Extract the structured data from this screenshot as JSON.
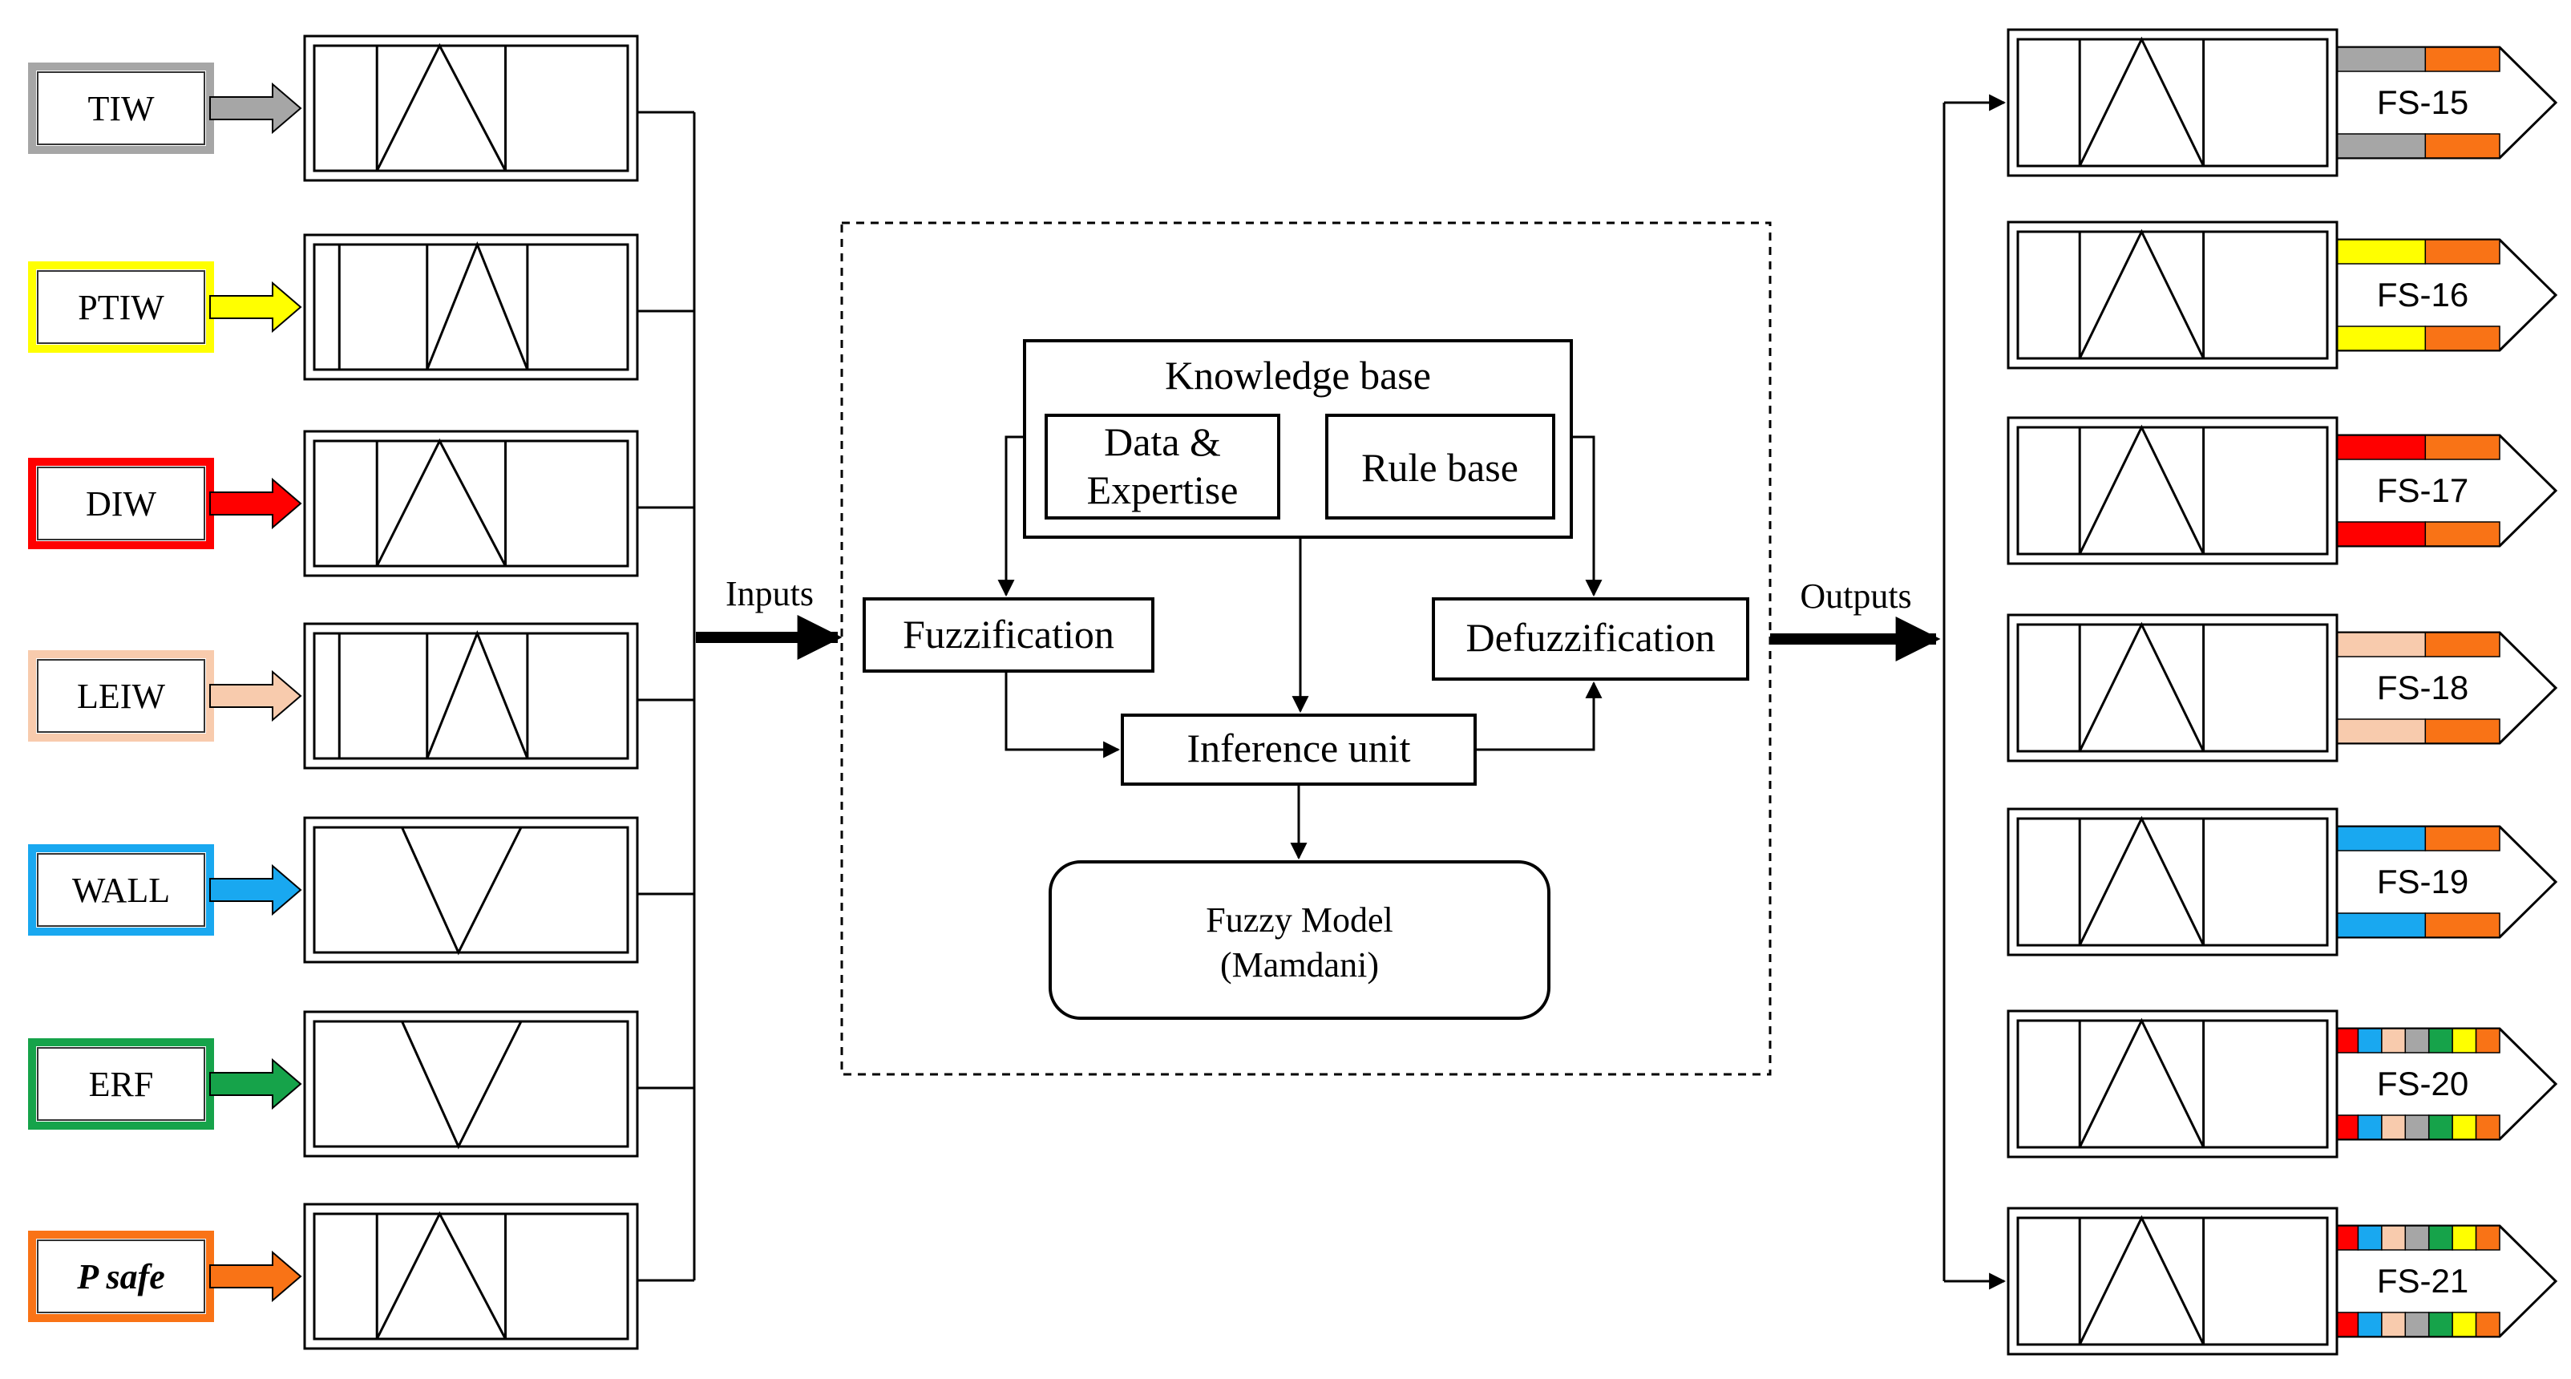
{
  "inputs": [
    {
      "label": "TIW",
      "color": "#a6a6a6",
      "mf": "trap-tri-trap"
    },
    {
      "label": "PTIW",
      "color": "#ffff00",
      "mf": "trap-trap-tri-trap"
    },
    {
      "label": "DIW",
      "color": "#ff0000",
      "mf": "trap-tri-trap"
    },
    {
      "label": "LEIW",
      "color": "#f8cbad",
      "mf": "trap-trap-tri-trap"
    },
    {
      "label": "WALL",
      "color": "#19a8f0",
      "mf": "v-shape"
    },
    {
      "label": "ERF",
      "color": "#16a34a",
      "mf": "v-shape"
    },
    {
      "label": "P safe",
      "color": "#f97316",
      "mf": "trap-tri-trap"
    }
  ],
  "inputs_label": "Inputs",
  "outputs_label": "Outputs",
  "core": {
    "knowledge_base": "Knowledge base",
    "data_expertise_line1": "Data &",
    "data_expertise_line2": "Expertise",
    "rule_base": "Rule base",
    "fuzzification": "Fuzzification",
    "defuzzification": "Defuzzification",
    "inference_unit": "Inference unit",
    "model_line1": "Fuzzy Model",
    "model_line2": "(Mamdani)"
  },
  "outputs": [
    {
      "label": "FS-15",
      "stripes": [
        "#a6a6a6",
        "#f97316"
      ]
    },
    {
      "label": "FS-16",
      "stripes": [
        "#ffff00",
        "#f97316"
      ]
    },
    {
      "label": "FS-17",
      "stripes": [
        "#ff0000",
        "#f97316"
      ]
    },
    {
      "label": "FS-18",
      "stripes": [
        "#f8cbad",
        "#f97316"
      ]
    },
    {
      "label": "FS-19",
      "stripes": [
        "#19a8f0",
        "#f97316"
      ]
    },
    {
      "label": "FS-20",
      "stripes": [
        "#ff0000",
        "#19a8f0",
        "#f8cbad",
        "#a6a6a6",
        "#16a34a",
        "#ffff00",
        "#f97316"
      ]
    },
    {
      "label": "FS-21",
      "stripes": [
        "#ff0000",
        "#19a8f0",
        "#f8cbad",
        "#a6a6a6",
        "#16a34a",
        "#ffff00",
        "#f97316"
      ]
    }
  ]
}
